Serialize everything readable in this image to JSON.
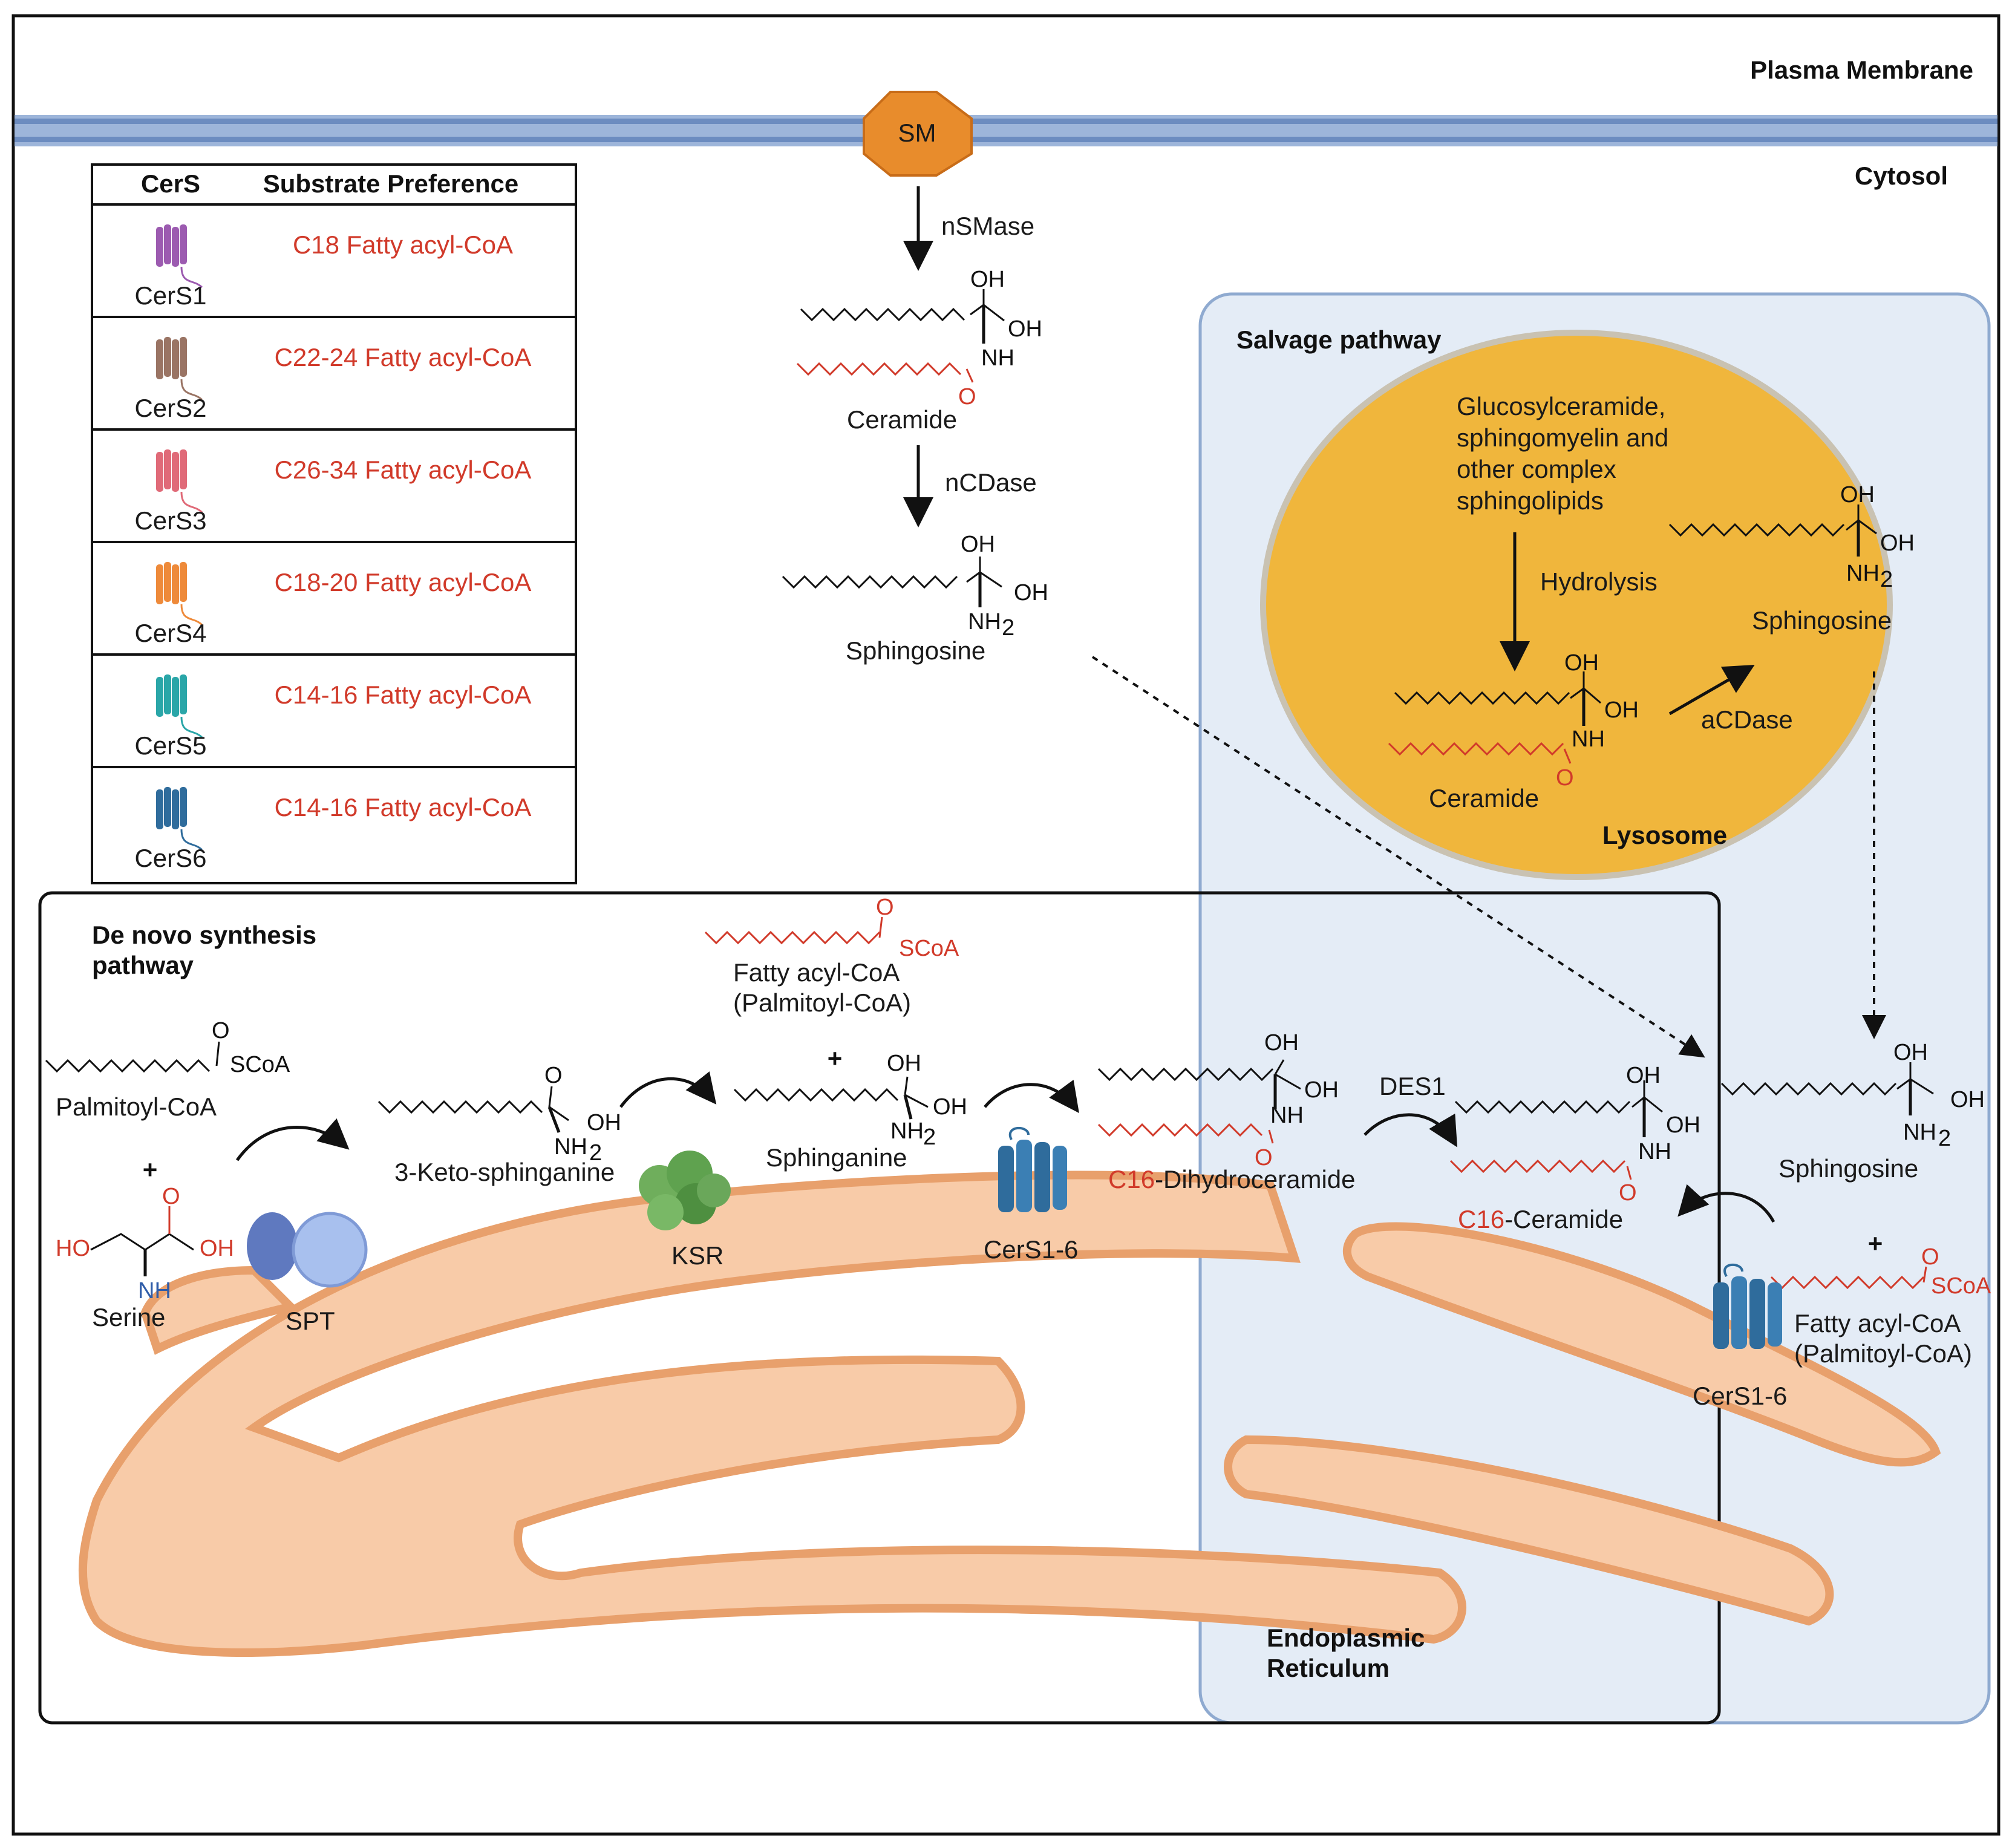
{
  "membrane": {
    "plasma_membrane": "Plasma Membrane",
    "cytosol": "Cytosol",
    "sm": "SM"
  },
  "table": {
    "header_cers": "CerS",
    "header_pref": "Substrate Preference",
    "rows": [
      {
        "name": "CerS1",
        "pref": "C18 Fatty acyl-CoA",
        "color": "#9c5bb0"
      },
      {
        "name": "CerS2",
        "pref": "C22-24 Fatty acyl-CoA",
        "color": "#9a7464"
      },
      {
        "name": "CerS3",
        "pref": "C26-34 Fatty acyl-CoA",
        "color": "#e06a78"
      },
      {
        "name": "CerS4",
        "pref": "C18-20 Fatty acyl-CoA",
        "color": "#ee8a3a"
      },
      {
        "name": "CerS5",
        "pref": "C14-16 Fatty acyl-CoA",
        "color": "#2aa6a8"
      },
      {
        "name": "CerS6",
        "pref": "C14-16 Fatty acyl-CoA",
        "color": "#2f6c9c"
      }
    ]
  },
  "top_pathway": {
    "nsmase": "nSMase",
    "ceramide": "Ceramide",
    "ncdase": "nCDase",
    "sphingosine": "Sphingosine"
  },
  "salvage": {
    "title": "Salvage pathway",
    "complex_line1": "Glucosylceramide,",
    "complex_line2": "sphingomyelin and",
    "complex_line3": "other complex",
    "complex_line4": "sphingolipids",
    "hydrolysis": "Hydrolysis",
    "sphingosine": "Sphingosine",
    "acdase": "aCDase",
    "ceramide": "Ceramide",
    "lysosome": "Lysosome"
  },
  "denovo": {
    "title_line1": "De novo synthesis",
    "title_line2": "pathway",
    "palmitoyl_coa": "Palmitoyl-CoA",
    "serine": "Serine",
    "spt": "SPT",
    "keto": "3-Keto-sphinganine",
    "ksr": "KSR",
    "fatty_acyl_line1": "Fatty acyl-CoA",
    "fatty_acyl_line2": "(Palmitoyl-CoA)",
    "sphinganine": "Sphinganine",
    "cers_enzyme": "CerS1-6",
    "c16": "C16",
    "dihydroceramide": "-Dihydroceramide",
    "des1": "DES1",
    "ceramide": "-Ceramide",
    "sphingosine": "Sphingosine",
    "plus": "+",
    "er_line1": "Endoplasmic",
    "er_line2": "Reticulum"
  },
  "chem": {
    "oh": "OH",
    "nh": "NH",
    "nh2": "NH",
    "sub2": "2",
    "o": "O",
    "scoa": "SCoA",
    "ho": "HO"
  },
  "colors": {
    "red": "#d13a2a",
    "er_fill": "#f8cba8",
    "er_stroke": "#e8a06c",
    "salvage_fill": "#e4ecf6",
    "salvage_stroke": "#8faad0",
    "lysosome": "#f0b63c",
    "membrane": "#7d9bc8",
    "sm": "#e88c2c",
    "ksr": "#5fa24f",
    "spt": "#6f86c6"
  }
}
